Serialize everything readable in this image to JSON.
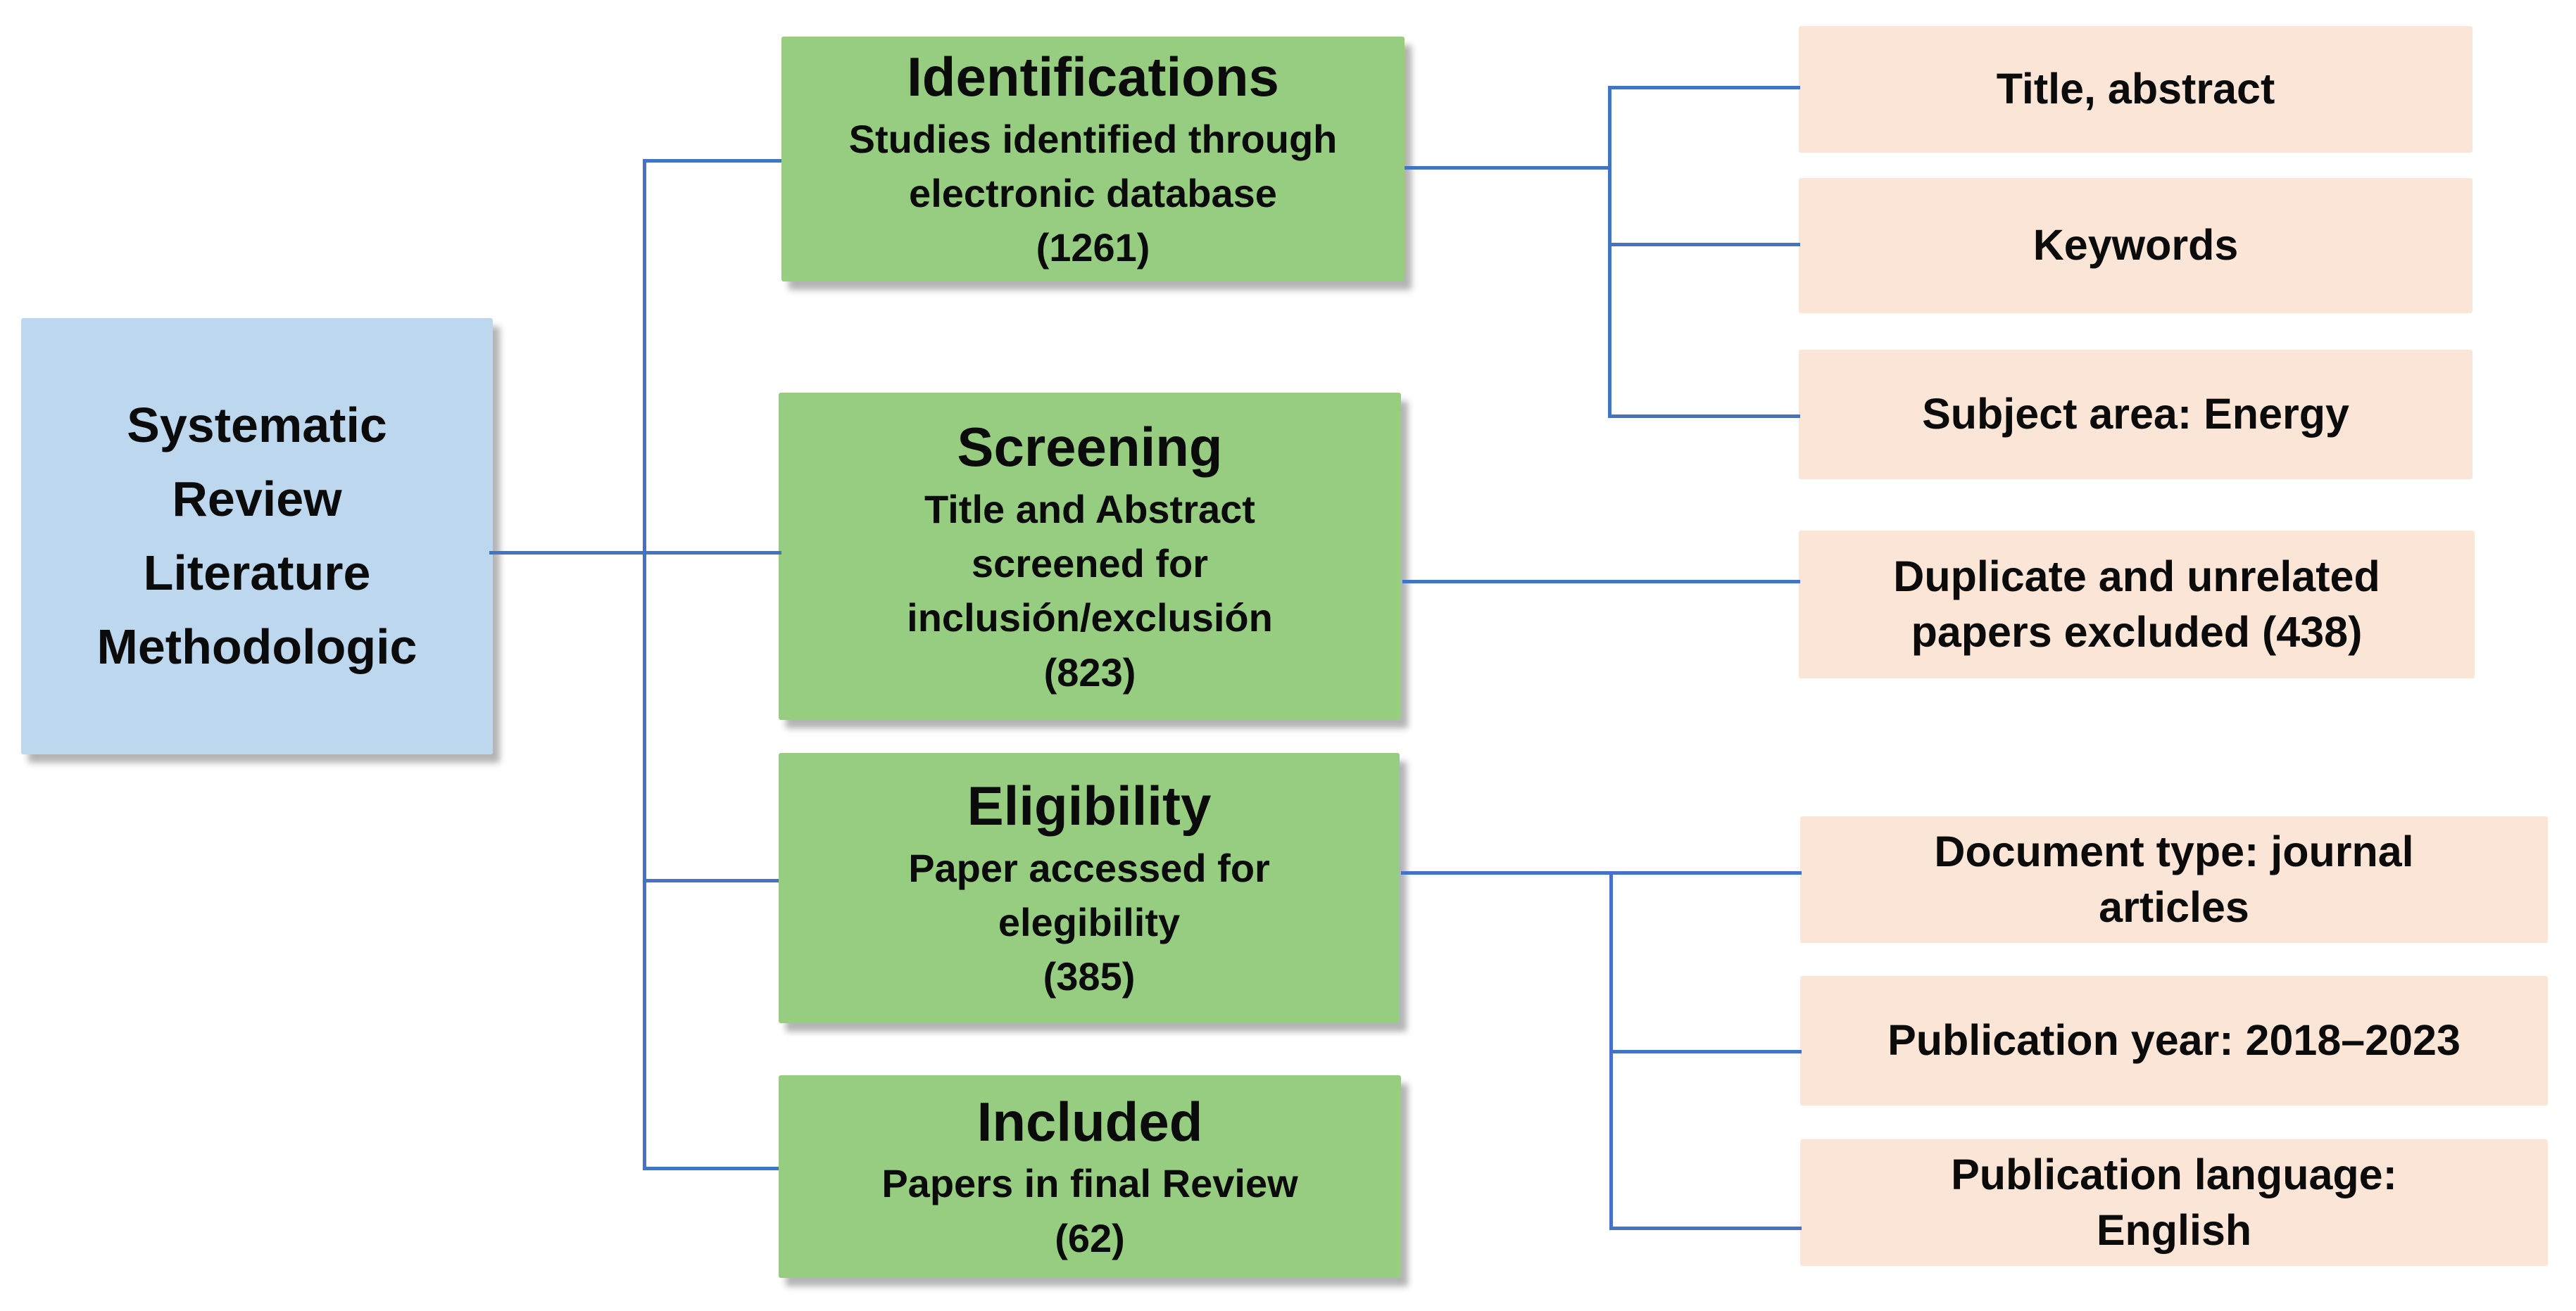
{
  "colors": {
    "connector": "#4472C4",
    "root_fill": "#BDD7EE",
    "stage_fill": "#97CD80",
    "criteria_fill": "#FBE5D6",
    "text": "#0B0B0B"
  },
  "root": {
    "label": "Systematic\nReview\nLiterature\nMethodologic"
  },
  "stages": [
    {
      "title": "Identifications",
      "body": "Studies identified through\nelectronic database",
      "count": "(1261)"
    },
    {
      "title": "Screening",
      "body": "Title and Abstract\nscreened for\ninclusión/exclusión",
      "count": "(823)"
    },
    {
      "title": "Eligibility",
      "body": "Paper accessed for\nelegibility",
      "count": "(385)"
    },
    {
      "title": "Included",
      "body": "Papers in final Review",
      "count": "(62)"
    }
  ],
  "criteria": {
    "identification": [
      "Title, abstract",
      "Keywords",
      "Subject area: Energy"
    ],
    "screening": [
      "Duplicate and unrelated\npapers excluded (438)"
    ],
    "eligibility": [
      "Document type: journal\narticles",
      "Publication year: 2018–2023",
      "Publication language:\nEnglish"
    ]
  }
}
